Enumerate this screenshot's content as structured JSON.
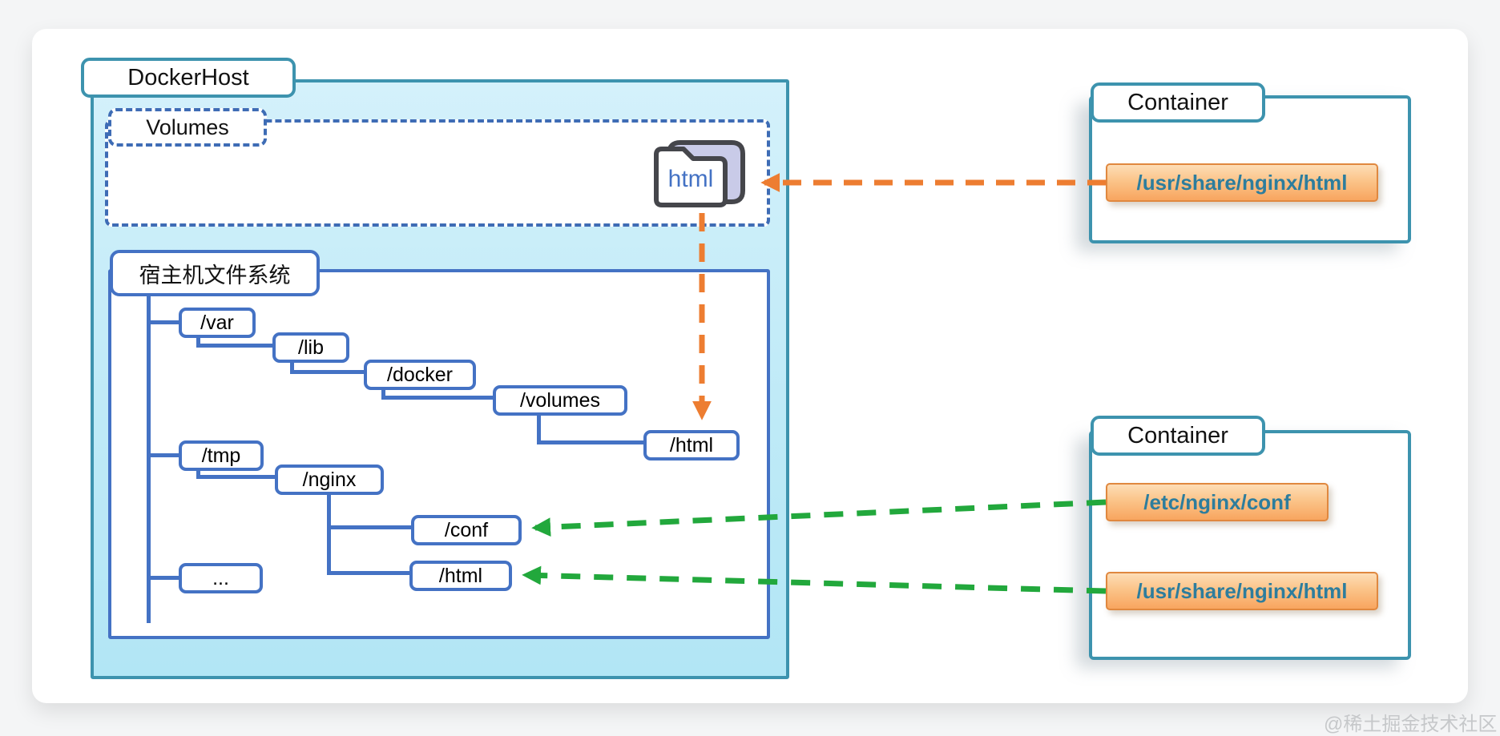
{
  "dockerhost": {
    "label": "DockerHost"
  },
  "volumes": {
    "label": "Volumes"
  },
  "volume_folder": {
    "label": "html",
    "icon": "folder-icon"
  },
  "filesystem": {
    "label": "宿主机文件系统",
    "nodes": [
      {
        "label": "/var"
      },
      {
        "label": "/lib"
      },
      {
        "label": "/docker"
      },
      {
        "label": "/volumes"
      },
      {
        "label": "/html"
      },
      {
        "label": "/tmp"
      },
      {
        "label": "/nginx"
      },
      {
        "label": "/conf"
      },
      {
        "label": "/html"
      },
      {
        "label": "..."
      }
    ]
  },
  "containers": [
    {
      "title": "Container",
      "paths": [
        {
          "label": "/usr/share/nginx/html"
        }
      ]
    },
    {
      "title": "Container",
      "paths": [
        {
          "label": "/etc/nginx/conf"
        },
        {
          "label": "/usr/share/nginx/html"
        }
      ]
    }
  ],
  "connections": {
    "orange_dashed": "volume html folder ↔ container /usr/share/nginx/html and host /html",
    "green_dashed": "container /etc/nginx/conf and /usr/share/nginx/html ↔ host /conf and /html"
  },
  "colors": {
    "teal_border": "#3d93ae",
    "host_fill": "#c6ecf8",
    "node_blue": "#4472c4",
    "volume_dash_blue": "#3e6cb5",
    "orange": "#ed7d31",
    "green": "#22a83c",
    "path_chip_fill": "#f9b26b",
    "path_text": "#2d7d9d",
    "folder_flap": "#c9cbe8"
  },
  "watermark": {
    "label": "@稀土掘金技术社区"
  }
}
